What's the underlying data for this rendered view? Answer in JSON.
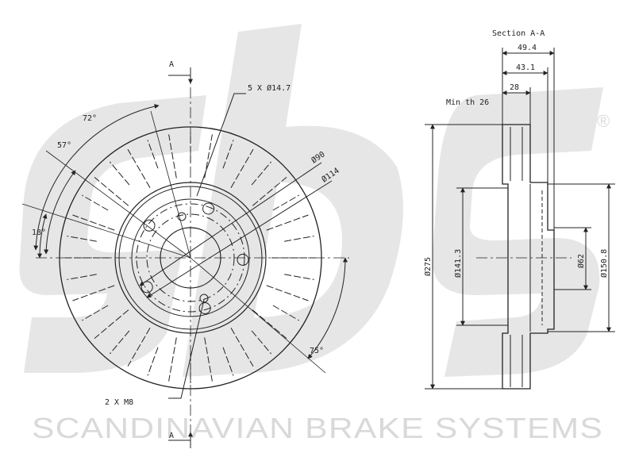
{
  "watermark": {
    "brand_text": "SCANDINAVIAN BRAKE SYSTEMS",
    "registered_mark": "®",
    "color": "#d9d9d9"
  },
  "front_view": {
    "section_marker_top": "A",
    "section_marker_bottom": "A",
    "bolt_holes_label": "5 X Ø14.7",
    "threaded_holes_label": "2 X M8",
    "diameter_90_label": "Ø90",
    "diameter_114_label": "Ø114",
    "angle_72_label": "72°",
    "angle_57_label": "57°",
    "angle_18_label": "18°",
    "angle_75_label": "75°"
  },
  "section_view": {
    "title": "Section A-A",
    "dim_49_4": "49.4",
    "dim_43_1": "43.1",
    "dim_28": "28",
    "min_thickness_label": "Min th 26",
    "dia_275": "Ø275",
    "dia_141_3": "Ø141.3",
    "dia_62": "Ø62",
    "dia_150_8": "Ø150.8"
  },
  "colors": {
    "line": "#222222",
    "centerline": "#333333"
  }
}
